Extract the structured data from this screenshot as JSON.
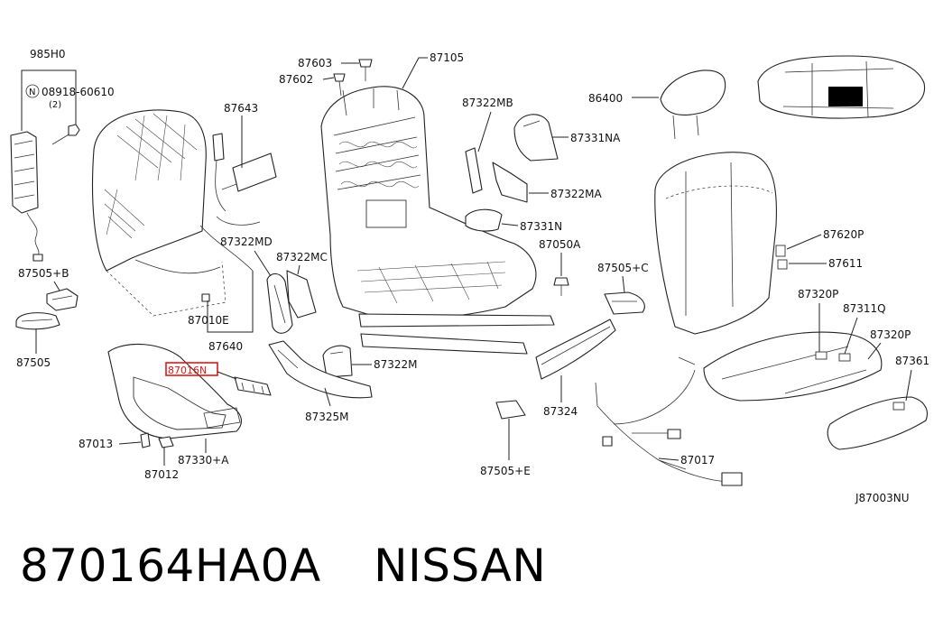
{
  "labels": {
    "l_98540": "985H0",
    "l_08918": "08918-60610",
    "l_08918_qty": "(2)",
    "l_87643": "87643",
    "l_87603": "87603",
    "l_87602": "87602",
    "l_87105": "87105",
    "l_87322MB": "87322MB",
    "l_86400": "86400",
    "l_87331NA": "87331NA",
    "l_87322MA": "87322MA",
    "l_87331N": "87331N",
    "l_87322MD": "87322MD",
    "l_87322MC": "87322MC",
    "l_87505B": "87505+B",
    "l_87050A": "87050A",
    "l_87505C": "87505+C",
    "l_87620P": "87620P",
    "l_87611": "87611",
    "l_87010E": "87010E",
    "l_87505": "87505",
    "l_87640": "87640",
    "l_87320P_a": "87320P",
    "l_87311Q": "87311Q",
    "l_87320P_b": "87320P",
    "l_87016N": "87016N",
    "l_87322M": "87322M",
    "l_87361": "87361",
    "l_87325M": "87325M",
    "l_87324": "87324",
    "l_87013": "87013",
    "l_87330A": "87330+A",
    "l_87012": "87012",
    "l_87017": "87017",
    "l_87505E": "87505+E",
    "l_ref": "J87003NU"
  },
  "fastener_symbol": "N",
  "highlight_color": "#e01818",
  "footer": {
    "part_number": "870164HA0A",
    "brand": "NISSAN"
  }
}
